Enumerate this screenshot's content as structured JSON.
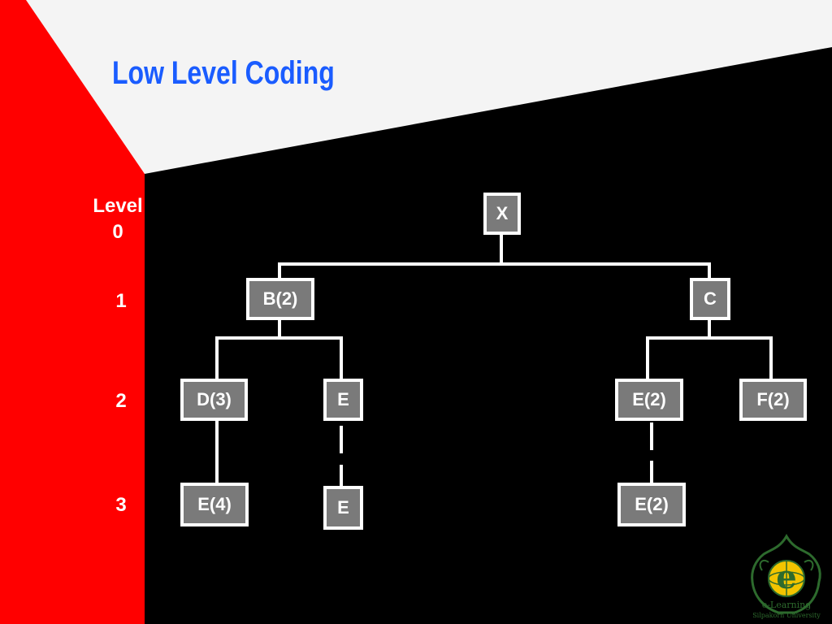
{
  "slide": {
    "title": "Low Level Coding",
    "colors": {
      "title": "#1a5cff",
      "band_left": "#ff0000",
      "band_top": "#f4f4f4",
      "background": "#000000",
      "node_fill": "#7a7a7a",
      "node_border": "#ffffff",
      "logo": "#2d6a2d"
    }
  },
  "levels": {
    "header_word": "Level",
    "items": [
      "0",
      "1",
      "2",
      "3"
    ]
  },
  "tree": {
    "nodes": [
      {
        "id": "x",
        "label": "X"
      },
      {
        "id": "b",
        "label": "B(2)"
      },
      {
        "id": "c",
        "label": "C"
      },
      {
        "id": "d",
        "label": "D(3)"
      },
      {
        "id": "e_b",
        "label": "E"
      },
      {
        "id": "e2_c",
        "label": "E(2)"
      },
      {
        "id": "f",
        "label": "F(2)"
      },
      {
        "id": "e4",
        "label": "E(4)"
      },
      {
        "id": "e_low",
        "label": "E"
      },
      {
        "id": "e2_low",
        "label": "E(2)"
      }
    ],
    "edges": [
      {
        "from": "x",
        "to": "b",
        "style": "solid"
      },
      {
        "from": "x",
        "to": "c",
        "style": "solid"
      },
      {
        "from": "b",
        "to": "d",
        "style": "solid"
      },
      {
        "from": "b",
        "to": "e_b",
        "style": "solid"
      },
      {
        "from": "c",
        "to": "e2_c",
        "style": "solid"
      },
      {
        "from": "c",
        "to": "f",
        "style": "solid"
      },
      {
        "from": "d",
        "to": "e4",
        "style": "solid"
      },
      {
        "from": "e_b",
        "to": "e_low",
        "style": "dashed"
      },
      {
        "from": "e2_c",
        "to": "e2_low",
        "style": "dashed"
      }
    ]
  },
  "logo": {
    "text_top": "e-Learning",
    "text_bottom": "Silpakorn University",
    "icon": "e-learning-seal-icon"
  }
}
